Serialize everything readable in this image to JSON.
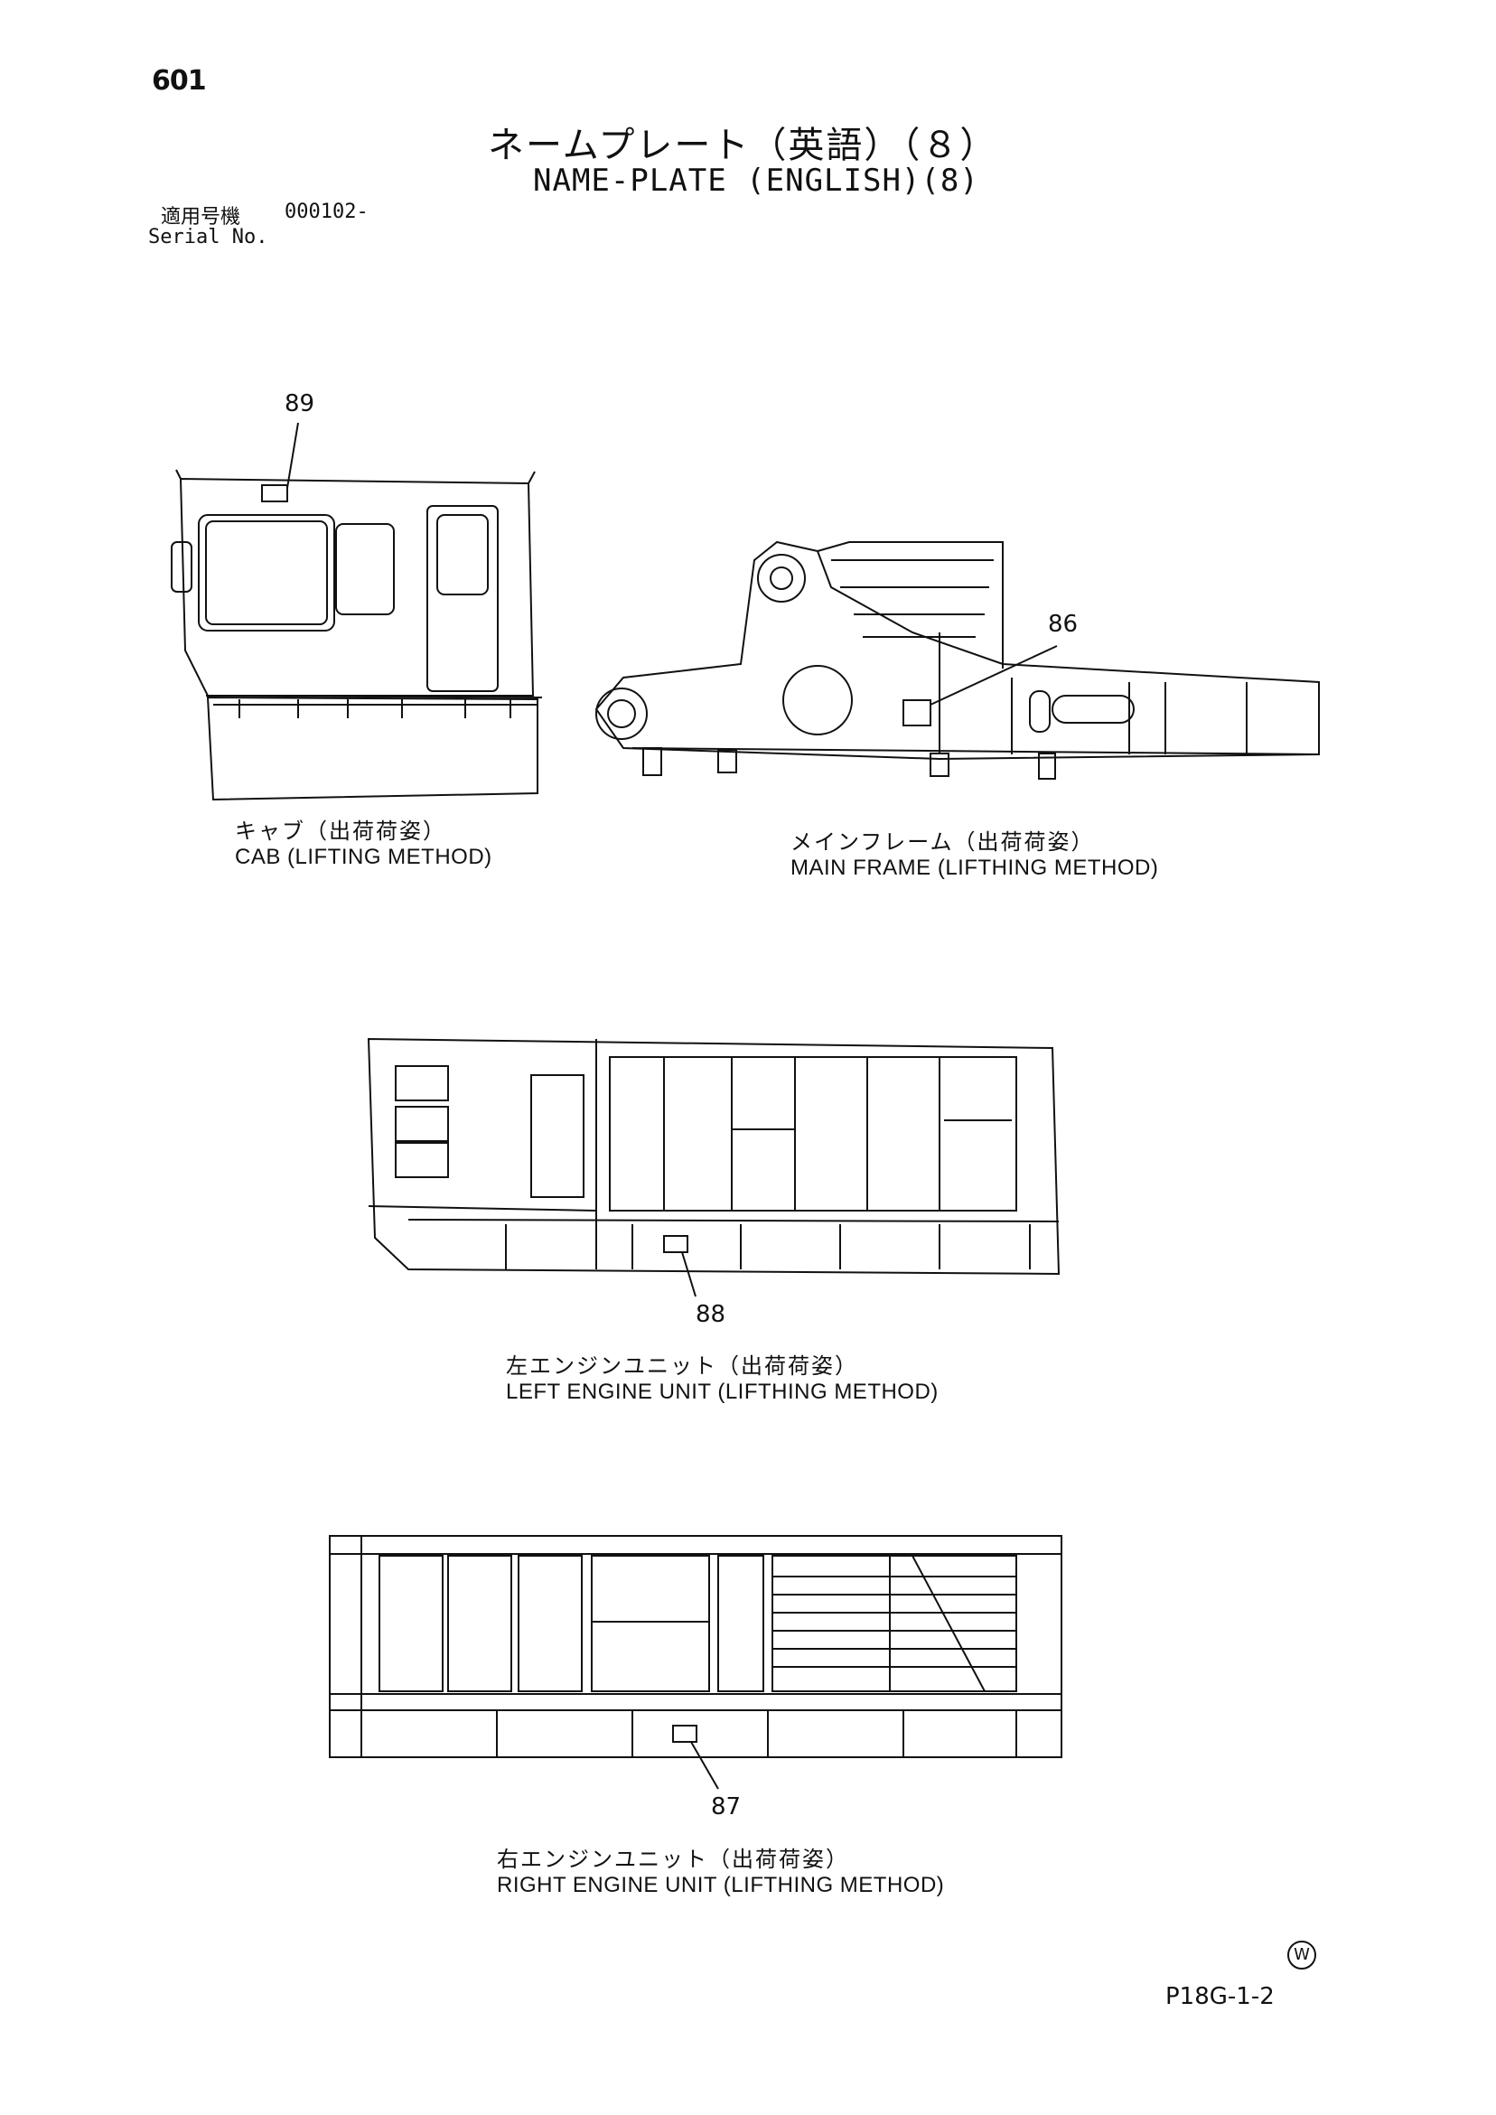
{
  "page_number": "601",
  "title_jp": "ネームプレート（英語）（８）",
  "title_en": "NAME-PLATE (ENGLISH)(8)",
  "serial": {
    "label_jp": "適用号機",
    "value": "000102-",
    "label_en": "Serial No."
  },
  "views": [
    {
      "id": "cab",
      "callout": "89",
      "caption_jp": "キャブ（出荷荷姿）",
      "caption_en": "CAB (LIFTING METHOD)"
    },
    {
      "id": "main_frame",
      "callout": "86",
      "caption_jp": "メインフレーム（出荷荷姿）",
      "caption_en": "MAIN FRAME (LIFTHING METHOD)"
    },
    {
      "id": "left_engine",
      "callout": "88",
      "caption_jp": "左エンジンユニット（出荷荷姿）",
      "caption_en": "LEFT ENGINE UNIT (LIFTHING METHOD)"
    },
    {
      "id": "right_engine",
      "callout": "87",
      "caption_jp": "右エンジンユニット（出荷荷姿）",
      "caption_en": "RIGHT ENGINE UNIT (LIFTHING METHOD)"
    }
  ],
  "footer": {
    "doc_code": "P18G-1-2",
    "mark": "W"
  }
}
